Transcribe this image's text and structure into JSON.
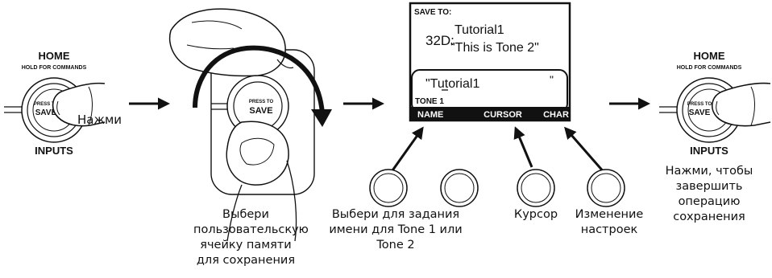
{
  "steps": [
    {
      "id": "home-press",
      "home_label": "HOME",
      "hold_label": "HOLD FOR COMMANDS",
      "inputs_label": "INPUTS",
      "button_label_top": "PRESS TO",
      "button_label_bottom": "SAVE",
      "caption": "Нажми"
    },
    {
      "id": "select-slot",
      "button_label_top": "PRESS TO",
      "button_label_bottom": "SAVE",
      "caption": "Выбери пользовательскую ячейку памяти для сохранения"
    },
    {
      "id": "lcd",
      "save_to": "SAVE TO:",
      "slot": "32D:",
      "current_name": "Tutorial1",
      "new_name_quote": "\"This is Tone 2\"",
      "edit_field": "\"Tutorial1",
      "edit_close_quote": "\"",
      "tone_label": "TONE 1",
      "softkeys": [
        "NAME",
        "CURSOR",
        "CHAR"
      ]
    },
    {
      "id": "home-confirm",
      "home_label": "HOME",
      "hold_label": "HOLD FOR COMMANDS",
      "inputs_label": "INPUTS",
      "button_label_top": "PRESS TO",
      "button_label_bottom": "SAVE",
      "caption": "Нажми, чтобы завершить операцию сохранения"
    }
  ],
  "knob_captions": {
    "name": "Выбери для задания имени для Tone 1 или Tone 2",
    "cursor": "Курсор",
    "char": "Изменение настроек"
  },
  "colors": {
    "ink": "#111111",
    "paper": "#ffffff"
  }
}
